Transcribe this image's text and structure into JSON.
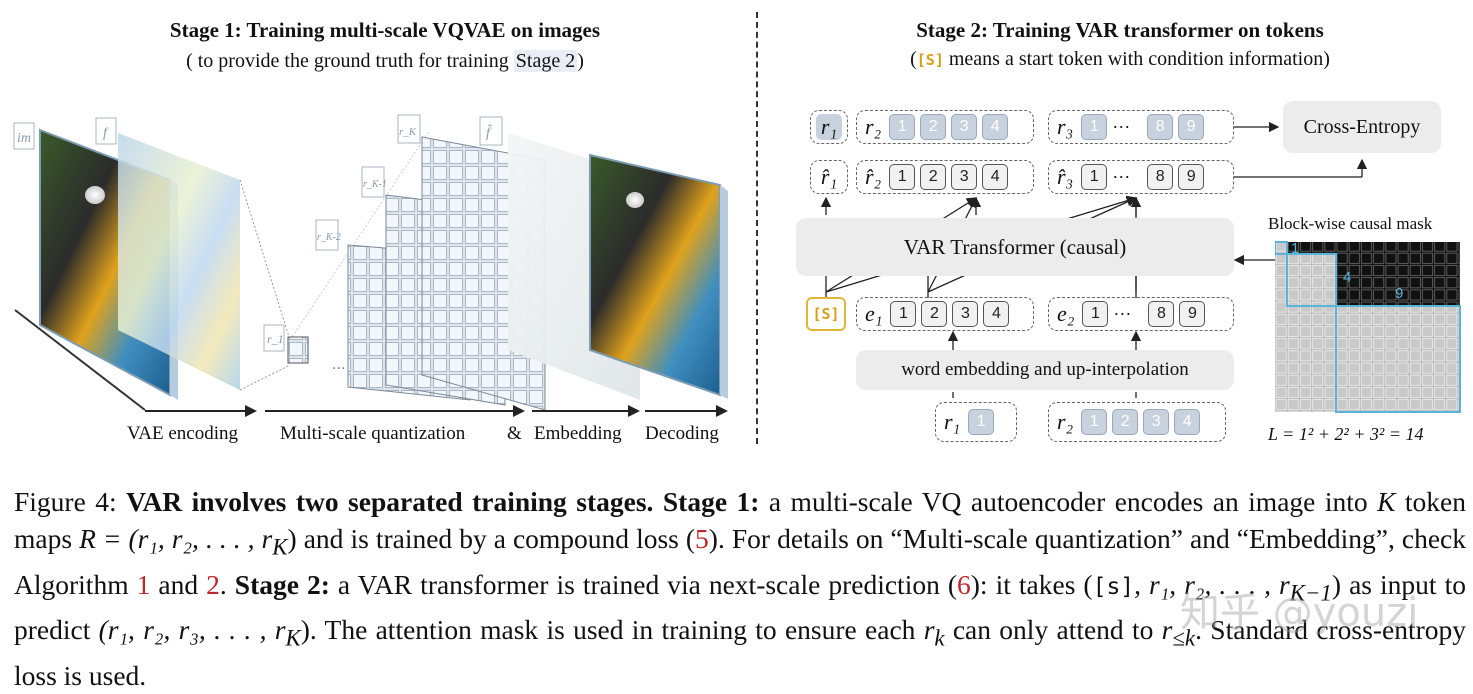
{
  "stage1": {
    "title": "Stage 1:  Training multi-scale VQVAE on images",
    "subtitle_pre": "( to provide the ground truth for training ",
    "subtitle_link": "Stage 2",
    "subtitle_post": ")",
    "plane_labels": [
      "im",
      "f",
      "r_K",
      "r_K-1",
      "r_K-2",
      "r_1",
      "f̂"
    ],
    "dots": "···",
    "labels": {
      "vae": "VAE encoding",
      "msq": "Multi-scale quantization",
      "amp": "&",
      "emb": "Embedding",
      "dec": "Decoding"
    }
  },
  "stage2": {
    "title": "Stage 2:  Training VAR transformer on tokens",
    "subtitle_pre": "(",
    "start_token": "[S]",
    "subtitle_post": " means a start token with condition information)",
    "cross_entropy": "Cross-Entropy",
    "transformer": "VAR Transformer (causal)",
    "word_embedding": "word embedding and up-interpolation",
    "mask_title": "Block-wise causal mask",
    "mask_nums": [
      "1",
      "4",
      "9"
    ],
    "formula": "L = 1² + 2² + 3² = 14",
    "syms": {
      "r1": "r₁",
      "r2": "r₂",
      "r3": "r₃",
      "rh1": "r̂₁",
      "rh2": "r̂₂",
      "rh3": "r̂₃",
      "e1": "e₁",
      "e2": "e₂"
    },
    "tokens": {
      "t1": "1",
      "t2": "2",
      "t3": "3",
      "t4": "4",
      "t8": "8",
      "t9": "9",
      "ellipsis": "···"
    }
  },
  "caption": {
    "fig": "Figure 4: ",
    "bold1": "VAR involves two separated training stages.",
    "bold2": "Stage 1:",
    "p1": " a multi-scale VQ autoencoder encodes an image into ",
    "K": "K",
    "p2": " token maps ",
    "math1": "R = (r₁, r₂, . . . , r",
    "math1sub": "K",
    "p3": ") and is trained by a compound loss (",
    "ref5": "5",
    "p4": ").  For details on “Multi-scale quantization” and “Embedding”, check Algorithm ",
    "ref1": "1",
    "p5": " and ",
    "ref2": "2",
    "p6": ".  ",
    "bold3": "Stage 2:",
    "p7": " a VAR transformer is trained via next-scale prediction (",
    "ref6": "6",
    "p8": "):  it takes (",
    "s_token": "[s]",
    "math2": ", r₁, r₂, . . . , r",
    "math2sub": "K−1",
    "p9": ") as input to predict ",
    "math3": "(r₁, r₂, r₃, . . . , r",
    "math3sub": "K",
    "p10": ").  The attention mask is used in training to ensure each ",
    "math4": "r",
    "math4sub": "k",
    "p11": " can only attend to ",
    "math5": "r",
    "math5sub": "≤k",
    "p12": ".  Standard cross-entropy loss is used."
  },
  "watermark": "知乎 @youzi",
  "colors": {
    "accent_blue": "#5bb3d8",
    "token_blue": "#c7d2de",
    "box_gray": "#ececec",
    "start_token": "#d4a017",
    "ref_red": "#c0262b"
  }
}
